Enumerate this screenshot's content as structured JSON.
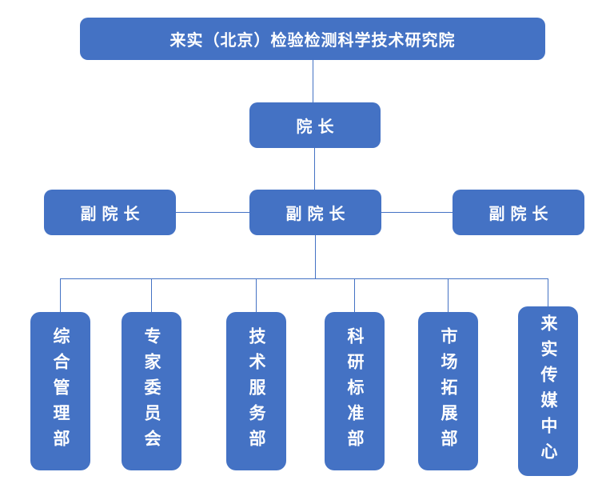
{
  "colors": {
    "box_fill": "#4472C4",
    "box_text": "#FFFFFF",
    "line": "#4472C4",
    "background": "#FFFFFF"
  },
  "org_chart": {
    "type": "org-hierarchy",
    "root": "来实（北京）检验检测科学技术研究院",
    "president": "院 长",
    "vice_presidents": [
      "副 院 长",
      "副 院 长",
      "副 院 长"
    ],
    "departments": [
      "综合管理部",
      "专家委员会",
      "技术服务部",
      "科研标准部",
      "市场拓展部",
      "来实传媒中心"
    ]
  }
}
